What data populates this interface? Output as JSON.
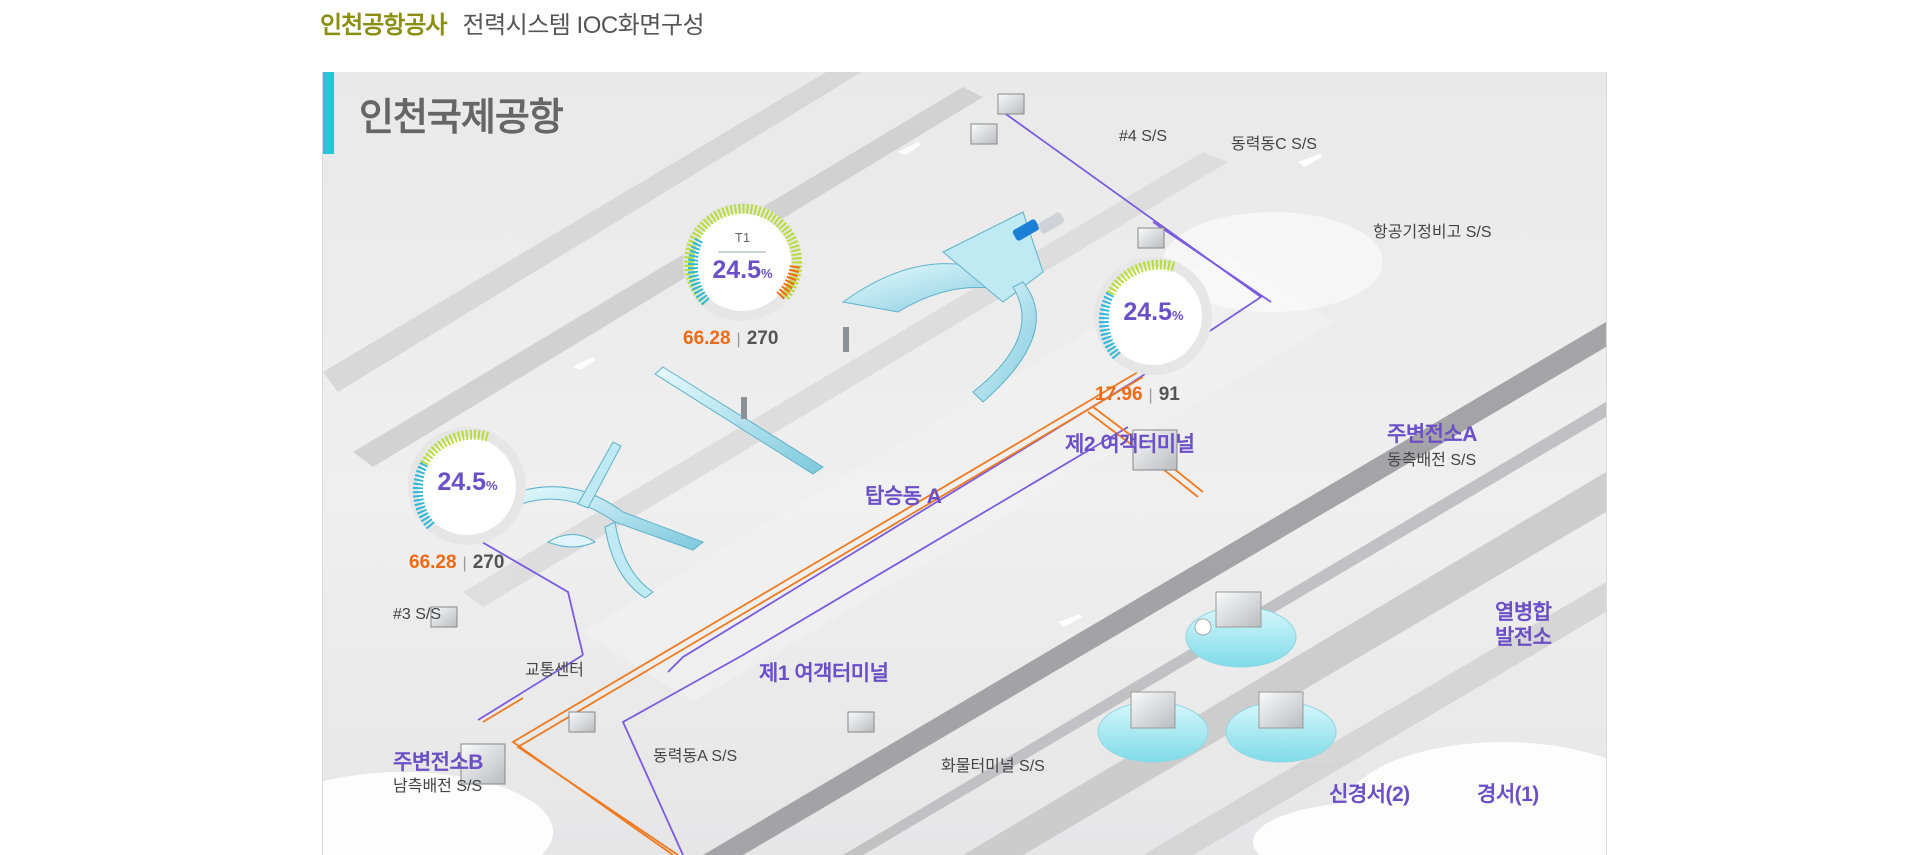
{
  "header": {
    "brand": "인천공항공사",
    "subtitle": "전력시스템 IOC화면구성"
  },
  "panel": {
    "title": "인천국제공항"
  },
  "gauges": [
    {
      "tag": "T1",
      "value": "24.5",
      "unit": "%",
      "left": "66.28",
      "right": "270"
    },
    {
      "tag": "",
      "value": "24.5",
      "unit": "%",
      "left": "17.96",
      "right": "91"
    },
    {
      "tag": "",
      "value": "24.5",
      "unit": "%",
      "left": "66.28",
      "right": "270"
    }
  ],
  "labels": {
    "ss4": "#4 S/S",
    "dongC": "동력동C S/S",
    "aviation": "항공기정비고 S/S",
    "t2": "제2 여객터미널",
    "boarding": "탑승동 A",
    "mainA": "주변전소A",
    "mainA_sub": "동측배전 S/S",
    "ss3": "#3 S/S",
    "transport": "교통센터",
    "t1": "제1 여객터미널",
    "mainB": "주변전소B",
    "mainB_sub": "남측배전 S/S",
    "dongA": "동력동A S/S",
    "cargo": "화물터미널 S/S",
    "chp": "열병합\n발전소",
    "chp_line1": "열병합",
    "chp_line2": "발전소",
    "shin": "신경서(2)",
    "gyeong": "경서(1)"
  },
  "colors": {
    "accent": "#25c7d6",
    "purple": "#6b4fc7",
    "orange": "#ef6a15"
  }
}
